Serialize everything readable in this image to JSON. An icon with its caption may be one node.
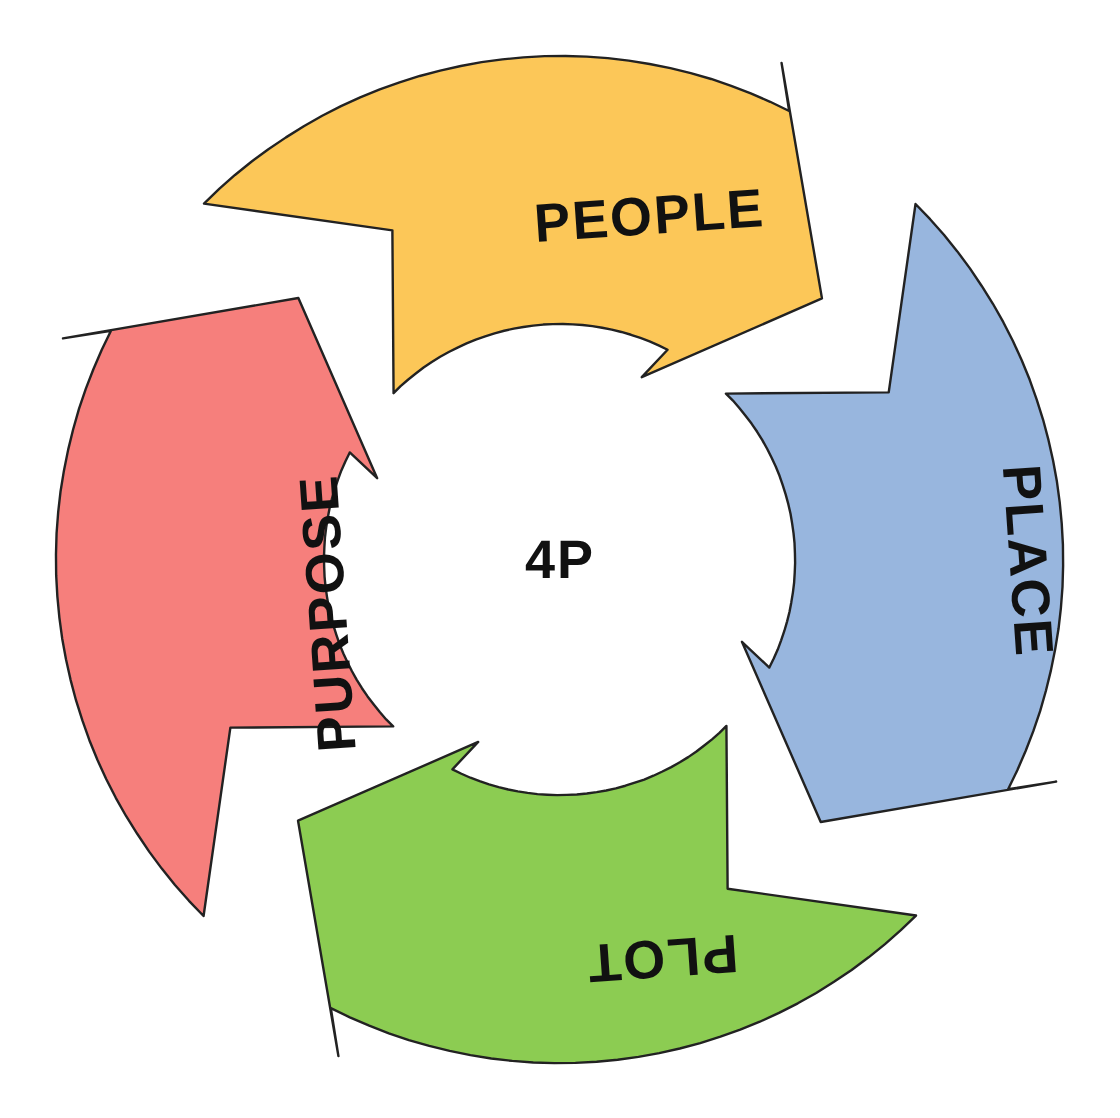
{
  "diagram": {
    "nodes": [
      {
        "text": [
          "PEOPLE"
        ]
      },
      {
        "text": [
          "PLACE"
        ]
      },
      {
        "text": [
          "PLOT"
        ]
      },
      {
        "text": [
          "PURPOSE"
        ]
      }
    ],
    "labels": [
      "4P"
    ]
  }
}
